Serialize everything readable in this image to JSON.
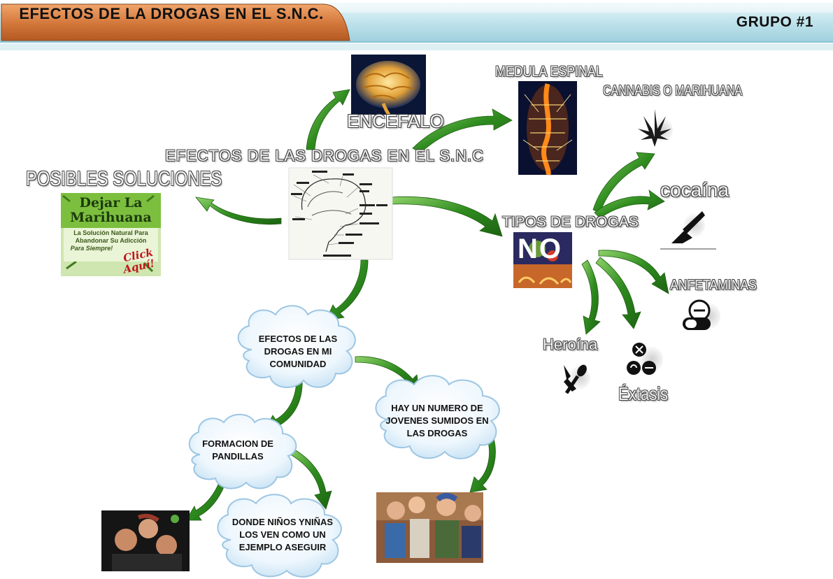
{
  "header": {
    "title": "EFECTOS DE LA DROGAS EN EL S.N.C.",
    "group": "GRUPO #1"
  },
  "colors": {
    "header_tab": "#d2763a",
    "header_bar": "#bfe3ec",
    "arrow_green": "#2e8b1e",
    "cloud_fill": "#e4f2fb",
    "cloud_edge": "#9dc6e3"
  },
  "nodes": {
    "central": "EFECTOS  DE LAS DROGAS EN EL S.N.C",
    "encefalo": "ENCEFALO",
    "medula": "MEDULA ESPINAL",
    "soluciones": "POSIBLES SOLUCIONES",
    "tipos": "TIPOS DE DROGAS",
    "cannabis": "CANNABIS O MARIHUANA",
    "cocaina": "cocaína",
    "anfetaminas": "ANFETAMINAS",
    "heroina": "Heroína",
    "extasis": "Éxtasis"
  },
  "ad": {
    "line1": "Dejar La",
    "line2": "Marihuana",
    "line3": "La Solución Natural Para",
    "line4": "Abandonar Su Adicción",
    "line5": "Para Siempre!",
    "cta1": "Click",
    "cta2": "Aquí!"
  },
  "sign_text": "NO",
  "clouds": {
    "comunidad": [
      "EFECTOS DE LAS",
      "DROGAS EN MI",
      "COMUNIDAD"
    ],
    "jovenes": [
      "HAY UN NUMERO DE",
      "JOVENES SUMIDOS EN",
      "LAS DROGAS"
    ],
    "pandillas": [
      "FORMACION DE",
      "PANDILLAS"
    ],
    "ninos": [
      "DONDE NIÑOS YNIÑAS",
      "LOS VEN COMO UN",
      "EJEMPLO ASEGUIR"
    ]
  }
}
